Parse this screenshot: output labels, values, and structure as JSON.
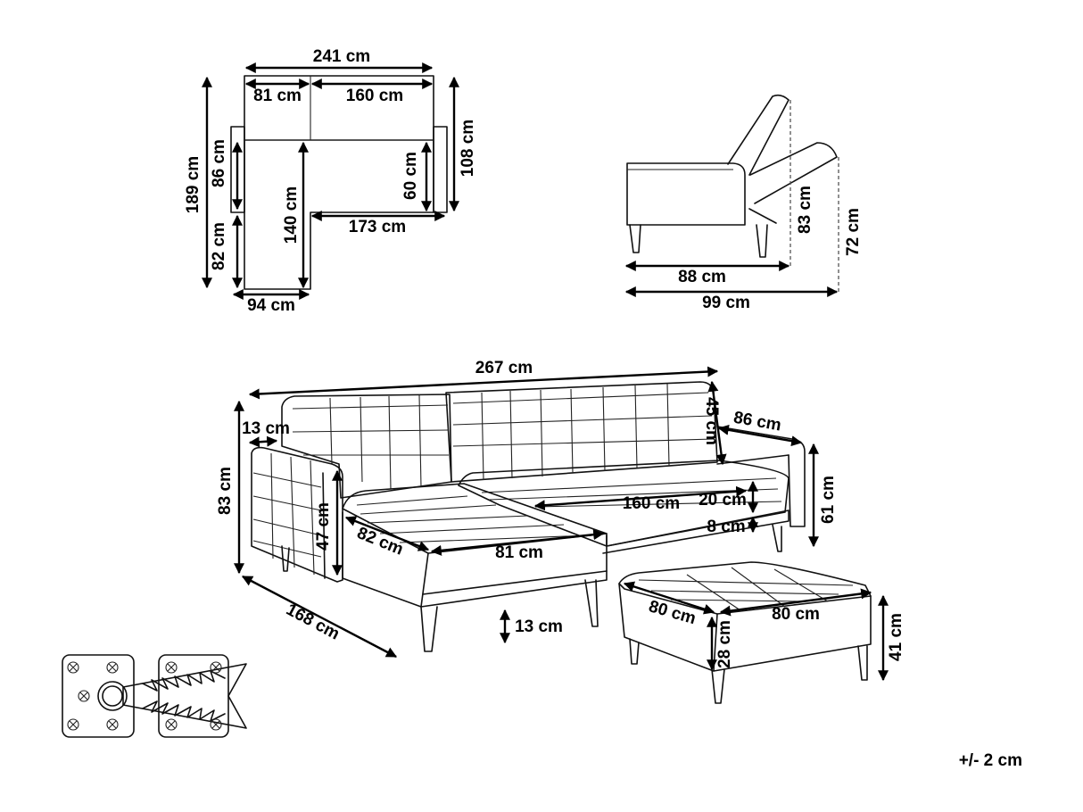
{
  "top_view": {
    "w241": "241 cm",
    "w81": "81 cm",
    "w160": "160 cm",
    "h108": "108 cm",
    "h189": "189 cm",
    "h86": "86 cm",
    "h82": "82 cm",
    "h140": "140 cm",
    "h60": "60 cm",
    "w173": "173 cm",
    "w94": "94 cm"
  },
  "side_view": {
    "h83": "83 cm",
    "h72": "72 cm",
    "w88": "88 cm",
    "w99": "99 cm"
  },
  "front_view": {
    "w267": "267 cm",
    "w13": "13 cm",
    "h83": "83 cm",
    "d45": "45 cm",
    "d86": "86 cm",
    "h61": "61 cm",
    "h47": "47 cm",
    "w82": "82 cm",
    "w81": "81 cm",
    "w160": "160 cm",
    "h20": "20 cm",
    "h8": "8 cm",
    "d168": "168 cm",
    "h13": "13 cm"
  },
  "ottoman": {
    "w80a": "80 cm",
    "w80b": "80 cm",
    "h28": "28 cm",
    "h41": "41 cm"
  },
  "tolerance": "+/- 2 cm"
}
